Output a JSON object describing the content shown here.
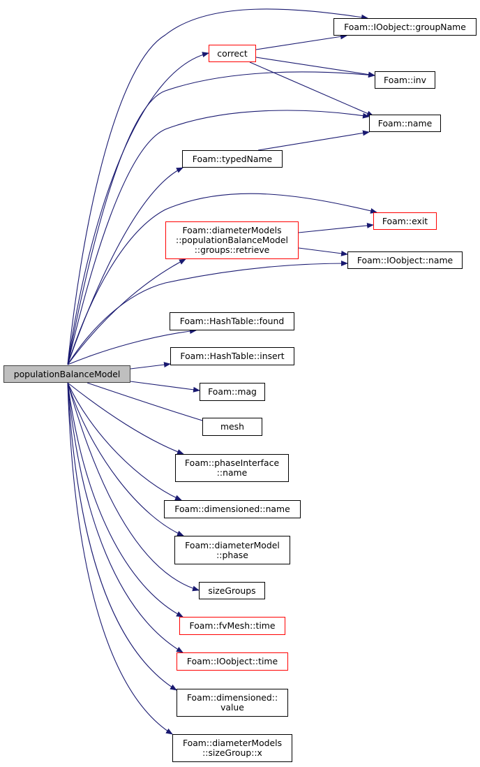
{
  "colors": {
    "edge": "#191970",
    "root_fill": "#bfbfbf",
    "link_border": "#000000",
    "truncated_border": "#ff0000"
  },
  "nodes": {
    "root": {
      "lines": [
        "populationBalanceModel"
      ]
    },
    "correct": {
      "lines": [
        "correct"
      ]
    },
    "groupName": {
      "lines": [
        "Foam::IOobject::groupName"
      ]
    },
    "inv": {
      "lines": [
        "Foam::inv"
      ]
    },
    "name": {
      "lines": [
        "Foam::name"
      ]
    },
    "typedName": {
      "lines": [
        "Foam::typedName"
      ]
    },
    "retrieve": {
      "lines": [
        "Foam::diameterModels",
        "::populationBalanceModel",
        "::groups::retrieve"
      ]
    },
    "exit": {
      "lines": [
        "Foam::exit"
      ]
    },
    "ioName": {
      "lines": [
        "Foam::IOobject::name"
      ]
    },
    "found": {
      "lines": [
        "Foam::HashTable::found"
      ]
    },
    "insert": {
      "lines": [
        "Foam::HashTable::insert"
      ]
    },
    "mag": {
      "lines": [
        "Foam::mag"
      ]
    },
    "mesh": {
      "lines": [
        "mesh"
      ]
    },
    "phaseInterfaceName": {
      "lines": [
        "Foam::phaseInterface",
        "::name"
      ]
    },
    "dimName": {
      "lines": [
        "Foam::dimensioned::name"
      ]
    },
    "phase": {
      "lines": [
        "Foam::diameterModel",
        "::phase"
      ]
    },
    "sizeGroups": {
      "lines": [
        "sizeGroups"
      ]
    },
    "fvTime": {
      "lines": [
        "Foam::fvMesh::time"
      ]
    },
    "ioTime": {
      "lines": [
        "Foam::IOobject::time"
      ]
    },
    "value": {
      "lines": [
        "Foam::dimensioned::",
        "value"
      ]
    },
    "x": {
      "lines": [
        "Foam::diameterModels",
        "::sizeGroup::x"
      ]
    }
  },
  "edges": [
    [
      "root",
      "groupName"
    ],
    [
      "root",
      "correct"
    ],
    [
      "root",
      "inv"
    ],
    [
      "root",
      "name"
    ],
    [
      "root",
      "typedName"
    ],
    [
      "root",
      "exit"
    ],
    [
      "root",
      "retrieve"
    ],
    [
      "root",
      "ioName"
    ],
    [
      "root",
      "found"
    ],
    [
      "root",
      "insert"
    ],
    [
      "root",
      "mag"
    ],
    [
      "root",
      "mesh"
    ],
    [
      "root",
      "phaseInterfaceName"
    ],
    [
      "root",
      "dimName"
    ],
    [
      "root",
      "phase"
    ],
    [
      "root",
      "sizeGroups"
    ],
    [
      "root",
      "fvTime"
    ],
    [
      "root",
      "ioTime"
    ],
    [
      "root",
      "value"
    ],
    [
      "root",
      "x"
    ],
    [
      "correct",
      "groupName"
    ],
    [
      "correct",
      "inv"
    ],
    [
      "correct",
      "name"
    ],
    [
      "typedName",
      "name"
    ],
    [
      "retrieve",
      "exit"
    ],
    [
      "retrieve",
      "ioName"
    ]
  ]
}
